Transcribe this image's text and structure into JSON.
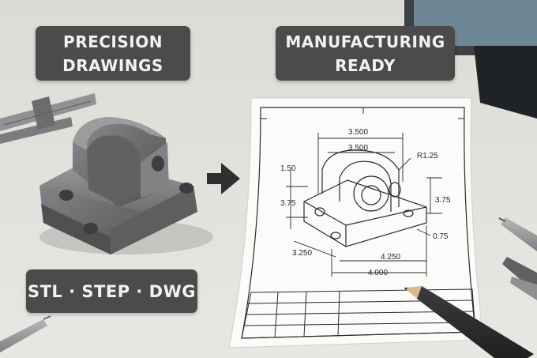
{
  "badges": {
    "precision": {
      "line1": "PRECISION",
      "line2": "DRAWINGS"
    },
    "manufacturing": {
      "line1": "MANUFACTURING",
      "line2": "READY"
    },
    "formats": "STL · STEP · DWG"
  },
  "drawing": {
    "dim_top_outer": "3.500",
    "dim_top_inner": "3.500",
    "radius": "R1.25",
    "left_offset": "1.50",
    "left_height": "3.75",
    "right_height": "3.75",
    "hole_dia": "0.75",
    "base_diag": "3.250",
    "base_depth": "4.250",
    "base_width": "4.000"
  },
  "colors": {
    "background": "#e3e2dd",
    "badge": "#4a4b4a",
    "badge_text": "#f2f2f0",
    "part_metal": "#6e7072",
    "paper": "#fbfbf9",
    "line": "#2a2a2a"
  }
}
